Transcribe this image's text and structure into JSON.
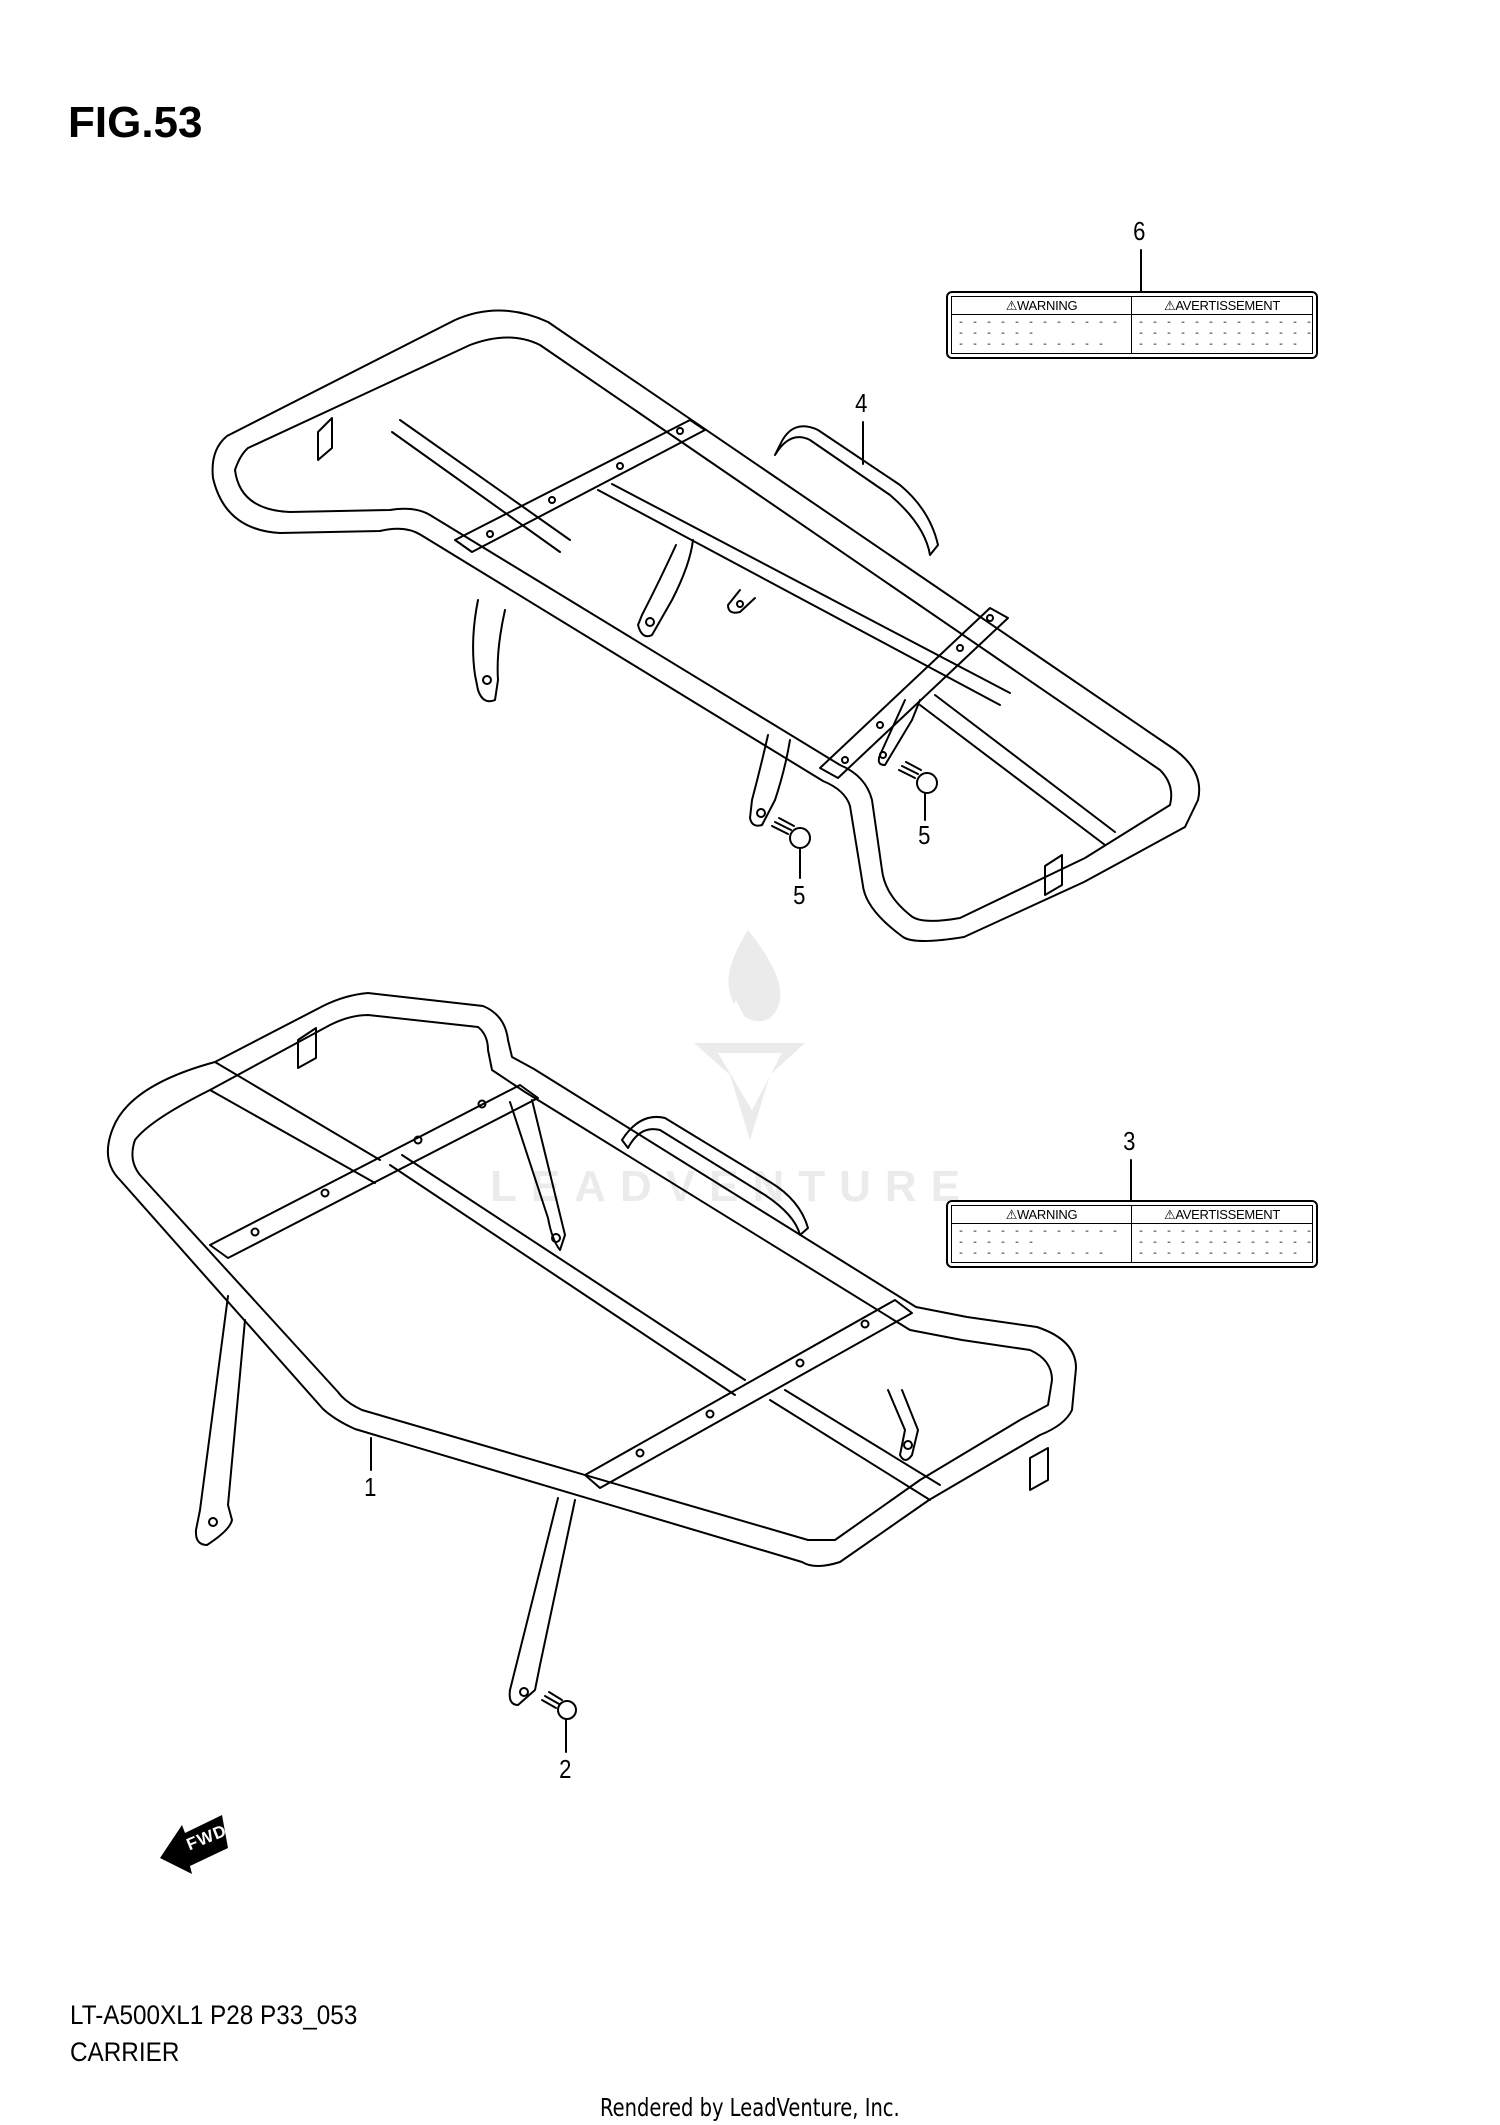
{
  "figure": {
    "title": "FIG.53",
    "model_code": "LT-A500XL1 P28 P33_053",
    "section_name": "CARRIER"
  },
  "callouts": [
    {
      "id": "1",
      "label": "1"
    },
    {
      "id": "2",
      "label": "2"
    },
    {
      "id": "3",
      "label": "3"
    },
    {
      "id": "4",
      "label": "4"
    },
    {
      "id": "5a",
      "label": "5"
    },
    {
      "id": "5b",
      "label": "5"
    },
    {
      "id": "6",
      "label": "6"
    }
  ],
  "warning_labels": {
    "label_6": {
      "left_heading": "⚠WARNING",
      "right_heading": "⚠AVERTISSEMENT",
      "left_body": "- - - - - - - - - - - -\n- - - - - -\n- - - - - - - - - - -",
      "right_body": "- - - - - - - - - - - - - -\n- - - - - - - - - - - - - -\n- - - - - - - - - - - -"
    },
    "label_3": {
      "left_heading": "⚠WARNING",
      "right_heading": "⚠AVERTISSEMENT",
      "left_body": "- - - - - - - - - - - -\n- - - - - -\n- - - - - - - - - - -",
      "right_body": "- - - - - - - - - - - - - -\n- - - - - - - - - - - - - -\n- - - - - - - - - - - -"
    }
  },
  "direction_indicator": {
    "label": "FWD",
    "icon": "arrow-left-down-icon"
  },
  "watermark": {
    "text": "LEADVENTURE",
    "color": "#ebebeb"
  },
  "footer": {
    "rendered_by": "Rendered by LeadVenture, Inc."
  },
  "colors": {
    "line": "#000000",
    "background": "#ffffff",
    "watermark": "#ebebeb"
  }
}
